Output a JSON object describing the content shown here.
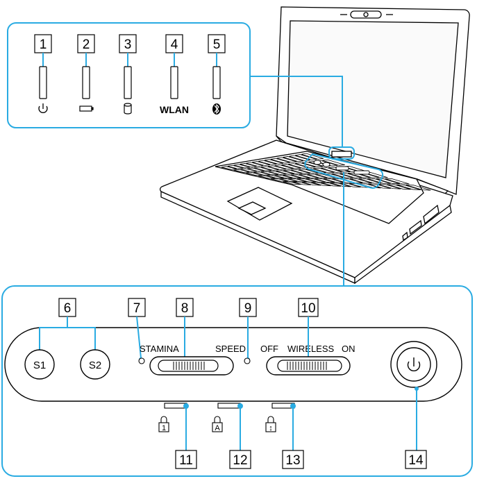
{
  "top_panel": {
    "callouts": [
      "1",
      "2",
      "3",
      "4",
      "5"
    ],
    "wlan_label": "WLAN",
    "icons": [
      "power-icon",
      "battery-icon",
      "hard-disk-icon",
      "wlan-text",
      "bluetooth-icon"
    ]
  },
  "bottom_panel": {
    "callouts": {
      "c6": "6",
      "c7": "7",
      "c8": "8",
      "c9": "9",
      "c10": "10",
      "c11": "11",
      "c12": "12",
      "c13": "13",
      "c14": "14"
    },
    "s1_label": "S1",
    "s2_label": "S2",
    "stamina_label": "STAMINA",
    "speed_label": "SPEED",
    "off_label": "OFF",
    "wireless_label": "WIRELESS",
    "on_label": "ON",
    "lock_icons": [
      "num-lock-icon",
      "caps-lock-icon",
      "scroll-lock-icon"
    ],
    "lock_glyphs": [
      "1",
      "A",
      "↕"
    ]
  },
  "colors": {
    "accent_cyan": "#29abe2",
    "outline": "#000000",
    "background": "#ffffff"
  }
}
